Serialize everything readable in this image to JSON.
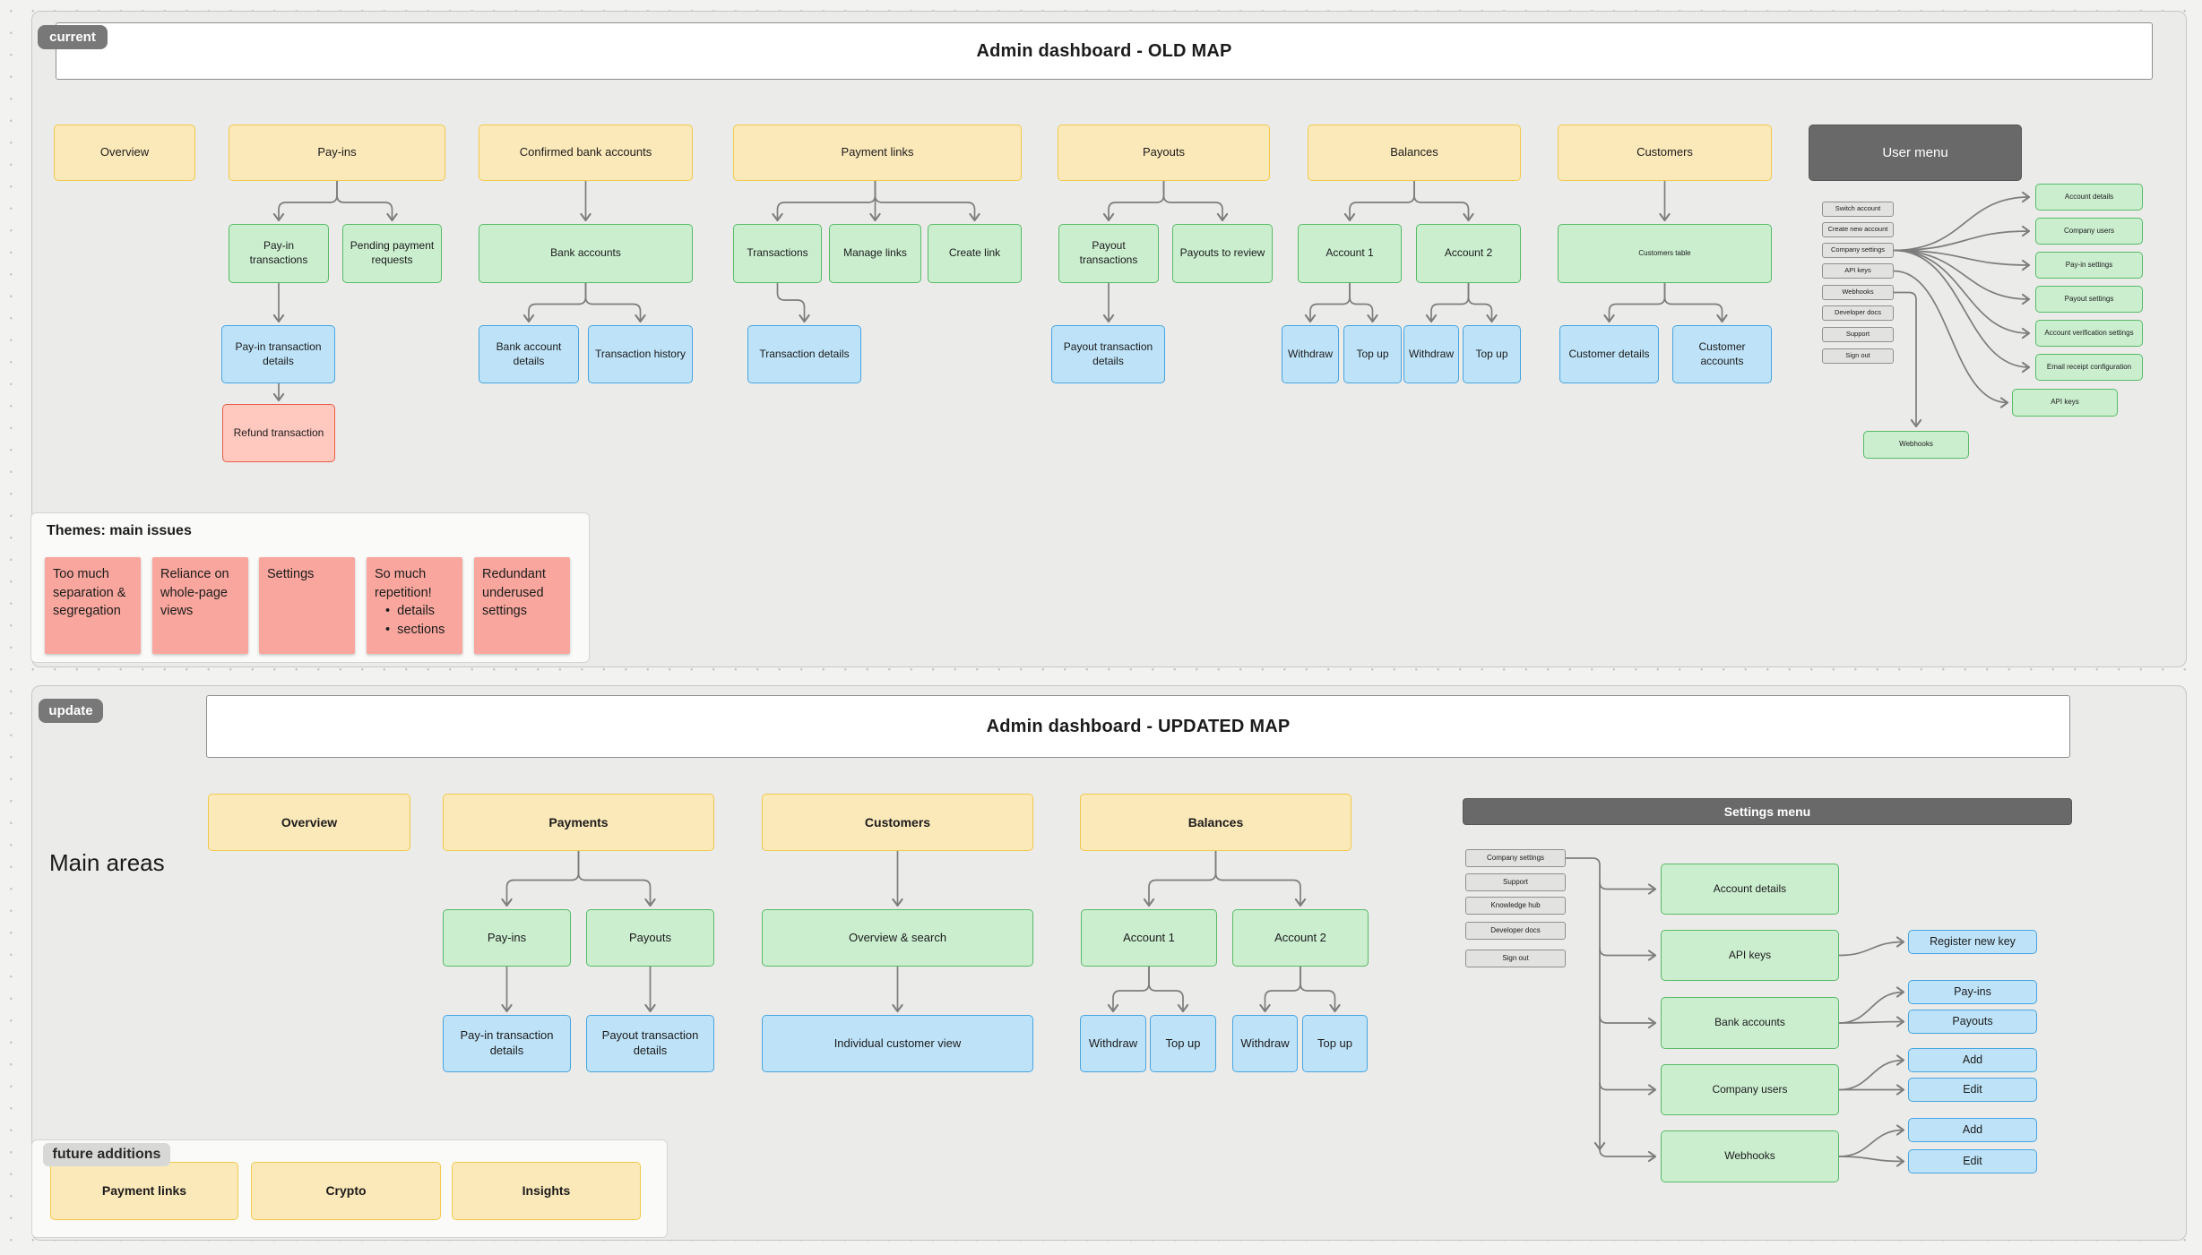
{
  "palette": {
    "section_yellow": "#fce9ba",
    "page_green": "#cbeecf",
    "detail_blue": "#bee3f8",
    "issue_red": "#ffc9c0",
    "sticky_salmon": "#f9a79e",
    "menu_dark": "#696969",
    "connector_gray": "#7d7d7d"
  },
  "old_map": {
    "badge": "current",
    "title": "Admin dashboard - OLD MAP",
    "overview": {
      "header": "Overview"
    },
    "payins": {
      "header": "Pay-ins",
      "transactions": "Pay-in transactions",
      "pending": "Pending payment requests",
      "details": "Pay-in transaction details",
      "refund": "Refund transaction"
    },
    "bank": {
      "header": "Confirmed bank accounts",
      "accounts": "Bank accounts",
      "details": "Bank account details",
      "history": "Transaction history"
    },
    "links": {
      "header": "Payment links",
      "transactions": "Transactions",
      "manage": "Manage links",
      "create": "Create link",
      "details": "Transaction details"
    },
    "payouts": {
      "header": "Payouts",
      "transactions": "Payout transactions",
      "review": "Payouts to review",
      "details": "Payout transaction details"
    },
    "balances": {
      "header": "Balances",
      "account1": "Account 1",
      "account2": "Account 2",
      "withdraw": "Withdraw",
      "topup": "Top up"
    },
    "customers": {
      "header": "Customers",
      "table": "Customers table",
      "details": "Customer details",
      "accounts": "Customer accounts"
    },
    "user_menu": {
      "header": "User menu",
      "items": [
        "Switch account",
        "Create new account",
        "Company settings",
        "API keys",
        "Webhooks",
        "Developer docs",
        "Support",
        "Sign out"
      ],
      "pages": [
        "Account details",
        "Company users",
        "Pay-in settings",
        "Payout settings",
        "Account verification settings",
        "Email receipt configuration",
        "API keys"
      ],
      "webhooks_page": "Webhooks"
    },
    "themes": {
      "title": "Themes: main issues",
      "note1": "Too much separation & segregation",
      "note2": "Reliance on whole-page views",
      "note3": "Settings",
      "note4_title": "So much repetition!",
      "note4_bullets": [
        "details",
        "sections"
      ],
      "note5": "Redundant underused settings"
    }
  },
  "updated_map": {
    "badge": "update",
    "title": "Admin dashboard - UPDATED MAP",
    "main_areas": "Main areas",
    "overview": {
      "header": "Overview"
    },
    "payments": {
      "header": "Payments",
      "payins": "Pay-ins",
      "payouts": "Payouts",
      "payin_details": "Pay-in transaction details",
      "payout_details": "Payout transaction details"
    },
    "customers": {
      "header": "Customers",
      "overview_search": "Overview & search",
      "individual": "Individual customer view"
    },
    "balances": {
      "header": "Balances",
      "account1": "Account 1",
      "account2": "Account 2",
      "withdraw": "Withdraw",
      "topup": "Top up"
    },
    "settings": {
      "header": "Settings menu",
      "items": [
        "Company settings",
        "Support",
        "Knowledge hub",
        "Developer docs",
        "Sign out"
      ],
      "pages": [
        "Account details",
        "API keys",
        "Bank accounts",
        "Company users",
        "Webhooks"
      ],
      "actions": [
        "Register new key",
        "Pay-ins",
        "Payouts",
        "Add",
        "Edit",
        "Add",
        "Edit"
      ]
    },
    "future": {
      "badge": "future additions",
      "items": [
        "Payment links",
        "Crypto",
        "Insights"
      ]
    }
  }
}
